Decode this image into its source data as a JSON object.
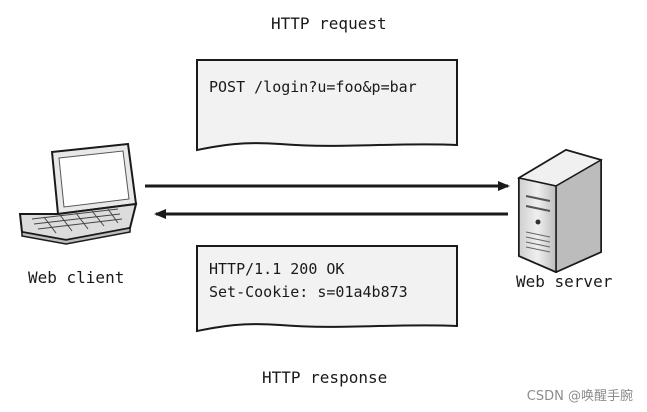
{
  "request": {
    "title": "HTTP request",
    "lines": [
      "POST /login?u=foo&p=bar"
    ]
  },
  "response": {
    "title": "HTTP response",
    "lines": [
      "HTTP/1.1 200 OK",
      "Set-Cookie: s=01a4b873"
    ]
  },
  "client": {
    "label": "Web client",
    "icon": "laptop-icon"
  },
  "server": {
    "label": "Web server",
    "icon": "server-tower-icon"
  },
  "watermark": "CSDN @唤醒手腕",
  "colors": {
    "ink": "#1a1a1a",
    "paper": "#f2f2f2",
    "server_body": "#d9d9d9"
  }
}
